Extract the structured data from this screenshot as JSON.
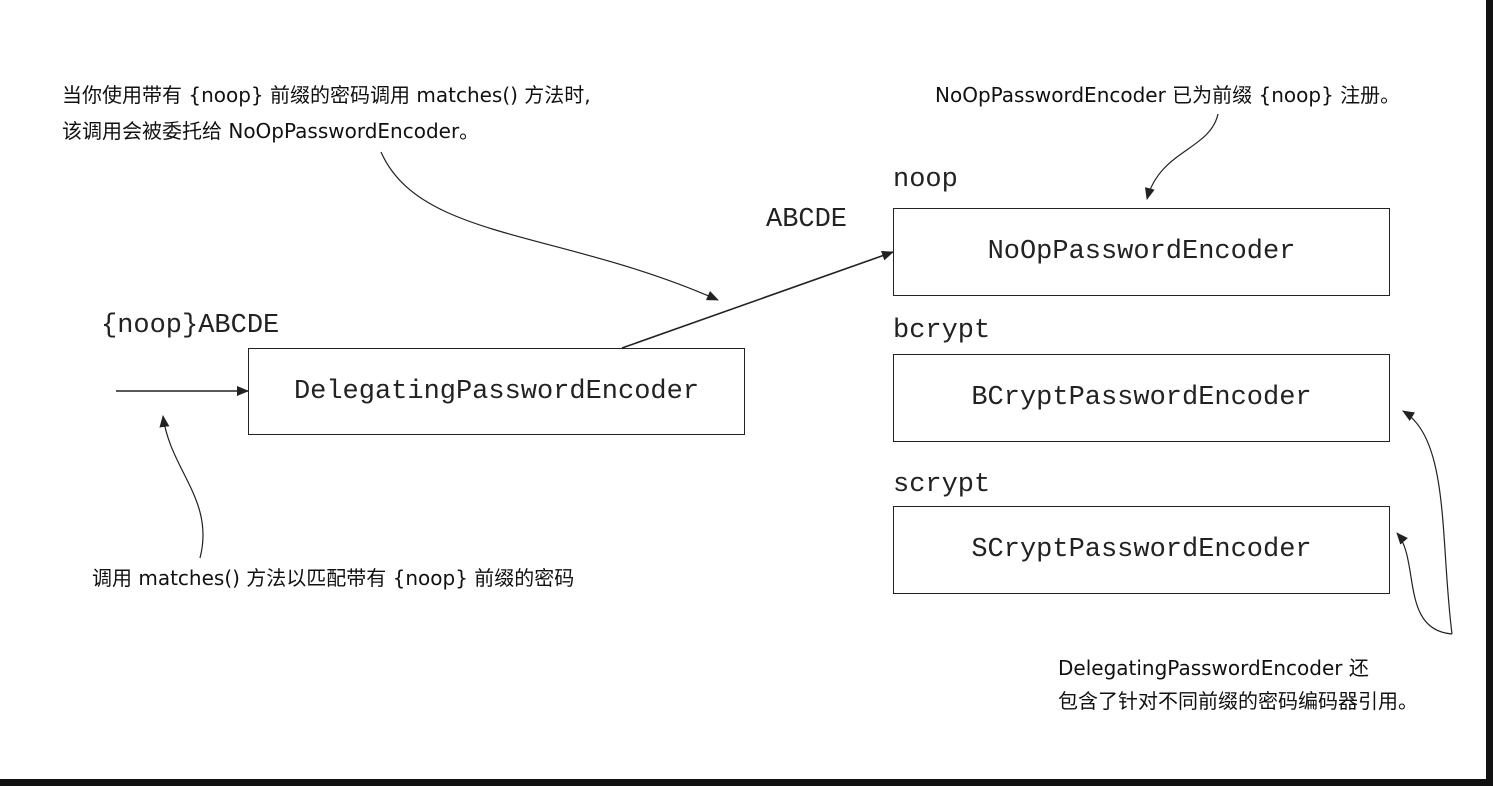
{
  "labels": {
    "input_value": "{noop}ABCDE",
    "forwarded_value": "ABCDE",
    "prefix_noop": "noop",
    "prefix_bcrypt": "bcrypt",
    "prefix_scrypt": "scrypt"
  },
  "boxes": {
    "delegating": "DelegatingPasswordEncoder",
    "noop": "NoOpPasswordEncoder",
    "bcrypt": "BCryptPasswordEncoder",
    "scrypt": "SCryptPasswordEncoder"
  },
  "annotations": {
    "top_left_line1": "当你使用带有 {noop} 前缀的密码调用 matches() 方法时,",
    "top_left_line2": "该调用会被委托给 NoOpPasswordEncoder。",
    "top_right": "NoOpPasswordEncoder 已为前缀 {noop} 注册。",
    "bottom_left": "调用 matches() 方法以匹配带有 {noop} 前缀的密码",
    "bottom_right_line1": "DelegatingPasswordEncoder 还",
    "bottom_right_line2": "包含了针对不同前缀的密码编码器引用。"
  }
}
